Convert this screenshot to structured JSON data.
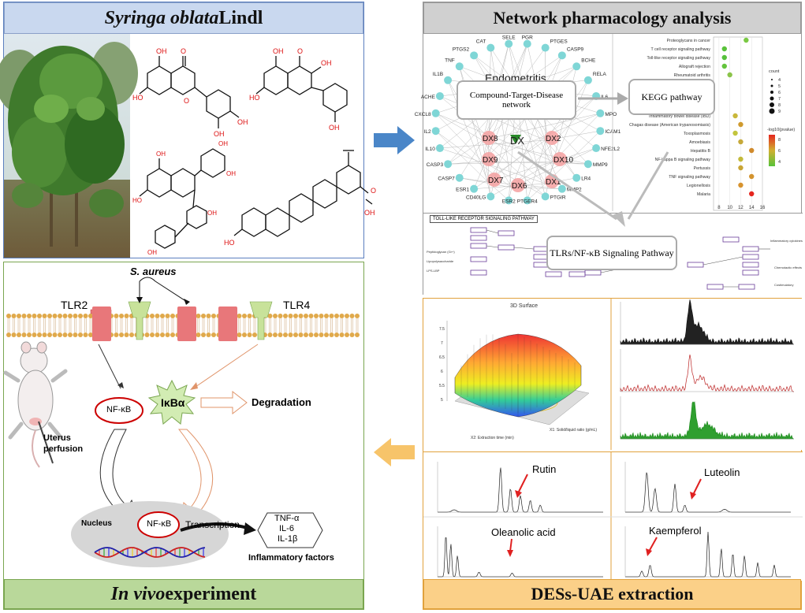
{
  "panels": {
    "syringa": {
      "title_italic": "Syringa oblata",
      "title_rest": " Lindl"
    },
    "network": {
      "title": "Network pharmacology analysis",
      "ctd_box": "Compound-Target-Disease network",
      "kegg_box": "KEGG pathway",
      "tlr_box": "TLRs/NF-κB Signaling Pathway",
      "kegg_map_title": "TOLL-LIKE RECEPTOR SIGNALING PATHWAY",
      "disease_node": "Endometritis",
      "center_node": "DX",
      "dx_nodes": [
        "DX8",
        "DX2",
        "DX9",
        "DX10",
        "DX7",
        "DX6",
        "DX1"
      ],
      "targets": [
        "PGR",
        "PTGES",
        "CASP9",
        "BCHE",
        "RELA",
        "IL6",
        "MPO",
        "ICAM1",
        "NFE2L2",
        "MMP9",
        "LR4",
        "MMP2",
        "PTGIR",
        "PTGER4",
        "ESR2",
        "CD40LG",
        "ESR1",
        "CASP7",
        "CASP3",
        "IL10",
        "IL2",
        "CXCL8",
        "ACHE",
        "IL1B",
        "TNF",
        "PTGS2",
        "CAT",
        "SELE"
      ],
      "kegg_terms": [
        {
          "term": "Proteoglycans in cancer",
          "x": 13,
          "color": "#7ac943"
        },
        {
          "term": "T cell receptor signaling pathway",
          "x": 9,
          "color": "#59c23a"
        },
        {
          "term": "Toll-like receptor signaling pathway",
          "x": 9,
          "color": "#56c13b"
        },
        {
          "term": "Allograft rejection",
          "x": 9,
          "color": "#64c43d"
        },
        {
          "term": "Rheumatoid arthritis",
          "x": 10,
          "color": "#8bc44a"
        },
        {
          "term": "Inflammatory bowel disease (IBD)",
          "x": 11,
          "color": "#c9b83b"
        },
        {
          "term": "Chagas disease (American trypanosomiasis)",
          "x": 12,
          "color": "#cf9a2e"
        },
        {
          "term": "Toxoplasmosis",
          "x": 11,
          "color": "#c3c53d"
        },
        {
          "term": "Amoebiasis",
          "x": 12,
          "color": "#c6a93a"
        },
        {
          "term": "Hepatitis B",
          "x": 14,
          "color": "#d08a2c"
        },
        {
          "term": "NF-kappa B signaling pathway",
          "x": 12,
          "color": "#c3ba3a"
        },
        {
          "term": "Pertussis",
          "x": 12,
          "color": "#c9a535"
        },
        {
          "term": "TNF signaling pathway",
          "x": 14,
          "color": "#d3932e"
        },
        {
          "term": "Legionellosis",
          "x": 12,
          "color": "#d7932f"
        },
        {
          "term": "Malaria",
          "x": 14,
          "color": "#e5261f"
        }
      ],
      "kegg_x_ticks": [
        "8",
        "10",
        "12",
        "14",
        "16"
      ],
      "count_label": "count",
      "count_values": [
        "4",
        "5",
        "6",
        "7",
        "8",
        "9"
      ],
      "pvalue_label": "-log10(pvalue)",
      "pvalue_ticks": [
        "8",
        "6",
        "4"
      ]
    },
    "invivo": {
      "title_italic": "In vivo",
      "title_rest": " experiment",
      "saureus": "S. aureus",
      "tlr2": "TLR2",
      "tlr4": "TLR4",
      "nfkb": "NF-κB",
      "ikba": "IκBα",
      "degradation": "Degradation",
      "uterus": "Uterus perfusion",
      "nucleus": "Nucleus",
      "transcription": "Transcription",
      "factors": [
        "TNF-α",
        "IL-6",
        "IL-1β"
      ],
      "inflammatory": "Inflammatory factors"
    },
    "des": {
      "title": "DESs-UAE extraction",
      "surface_title": "3D Surface",
      "chrom_labels": [
        "Rutin",
        "Luteolin",
        "Oleanolic acid",
        "Kaempferol"
      ]
    }
  },
  "colors": {
    "blue_header": "#c9d8ef",
    "gray_header": "#d0d0d0",
    "green_header": "#b9d89a",
    "orange_header": "#fbd088",
    "arrow_blue": "#4a86c8",
    "arrow_orange": "#f7c46a",
    "tlr_red": "#e8777a",
    "tlr_green": "#c8e29a",
    "membrane": "#e0a94b"
  }
}
